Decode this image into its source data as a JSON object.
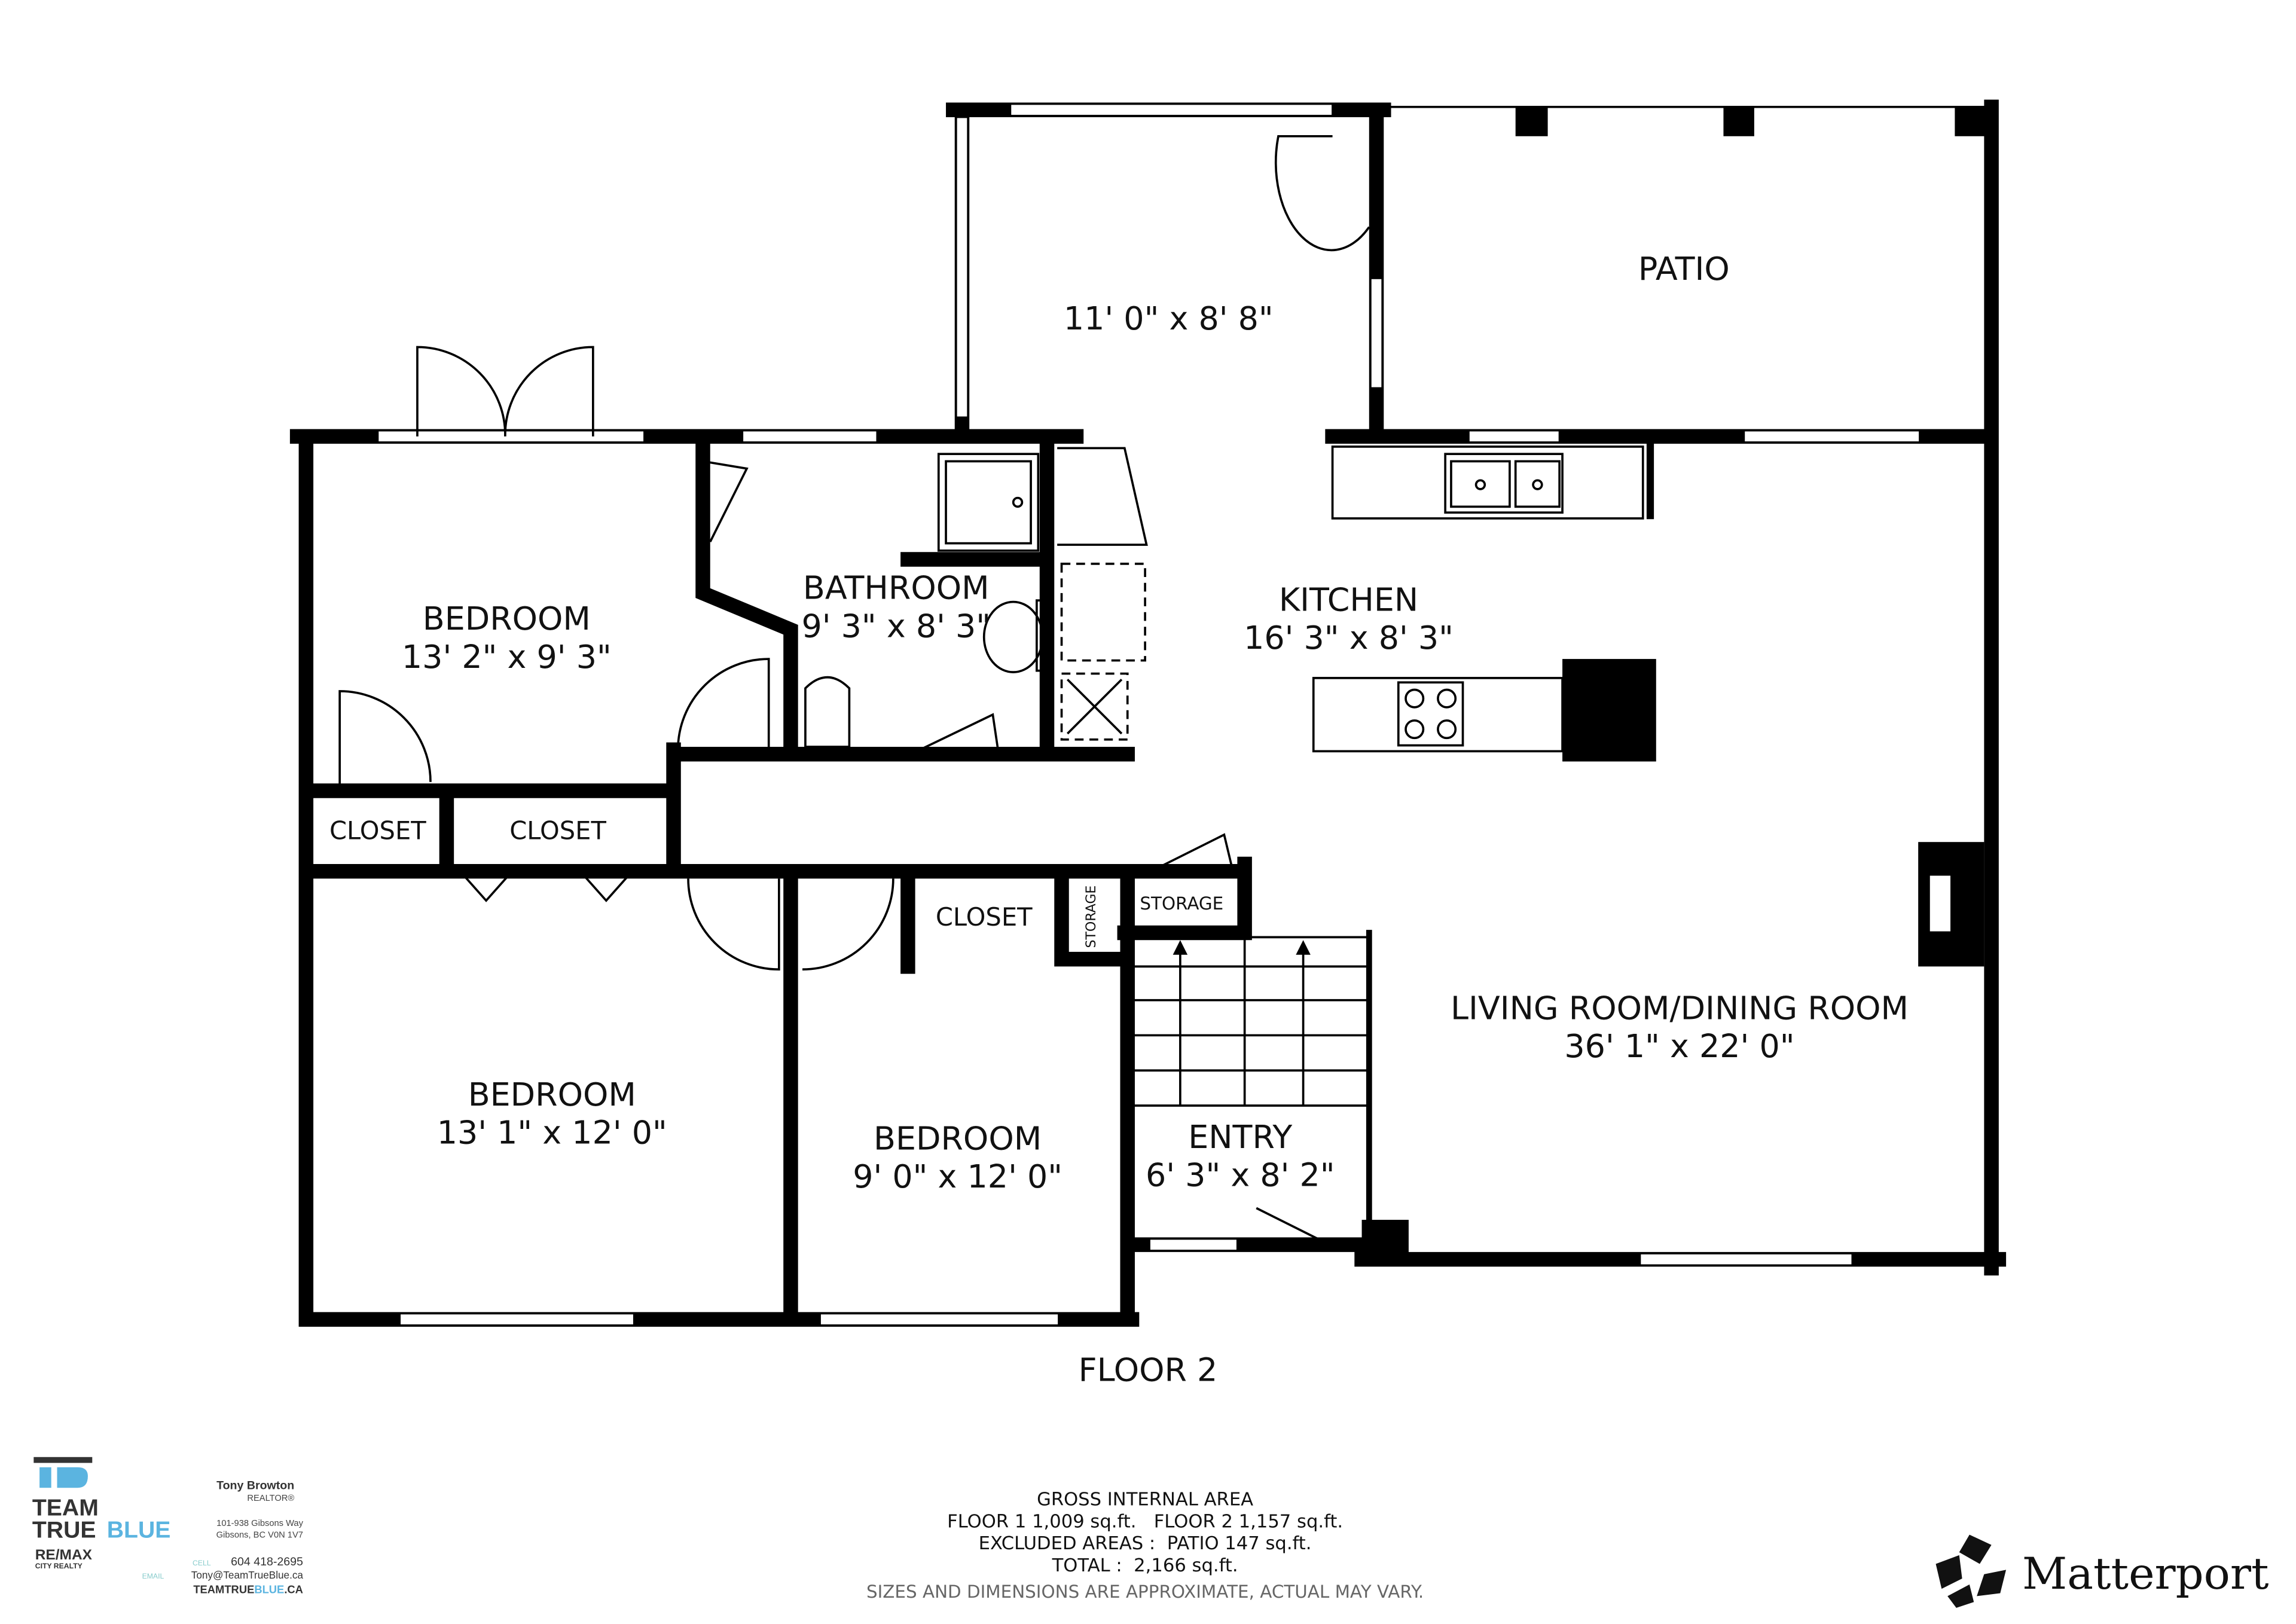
{
  "floor_label": "FLOOR 2",
  "rooms": [
    {
      "name": "BEDROOM",
      "dims": "13' 2\" x 9' 3\""
    },
    {
      "name": "BATHROOM",
      "dims": "9' 3\" x 8' 3\""
    },
    {
      "name": "",
      "dims": "11' 0\" x 8' 8\""
    },
    {
      "name": "PATIO",
      "dims": ""
    },
    {
      "name": "KITCHEN",
      "dims": "16' 3\" x 8' 3\""
    },
    {
      "name": "CLOSET",
      "dims": ""
    },
    {
      "name": "CLOSET",
      "dims": ""
    },
    {
      "name": "BEDROOM",
      "dims": "13' 1\" x 12' 0\""
    },
    {
      "name": "BEDROOM",
      "dims": "9' 0\" x 12' 0\""
    },
    {
      "name": "CLOSET",
      "dims": ""
    },
    {
      "name": "STORAGE",
      "dims": ""
    },
    {
      "name": "STORAGE",
      "dims": ""
    },
    {
      "name": "ENTRY",
      "dims": "6' 3\" x 8' 2\""
    },
    {
      "name": "LIVING ROOM/DINING ROOM",
      "dims": "36' 1\" x 22' 0\""
    }
  ],
  "area_summary": {
    "heading": "GROSS INTERNAL AREA",
    "floors": "FLOOR 1 1,009 sq.ft.   FLOOR 2 1,157 sq.ft.",
    "excluded": "EXCLUDED AREAS :  PATIO 147 sq.ft.",
    "total": "TOTAL :  2,166 sq.ft.",
    "disclaimer": "SIZES AND DIMENSIONS ARE APPROXIMATE, ACTUAL MAY VARY."
  },
  "realtor": {
    "team_line1": "TEAM",
    "team_line2a": "TRUE",
    "team_line2b": "BLUE",
    "brokerage": "RE/MAX",
    "brokerage_sub": "CITY REALTY",
    "name": "Tony Browton",
    "title": "REALTOR®",
    "address1": "101-938 Gibsons Way",
    "address2": "Gibsons, BC V0N 1V7",
    "cell_label": "CELL",
    "cell": "604 418-2695",
    "email_label": "EMAIL",
    "email": "Tony@TeamTrueBlue.ca",
    "website_a": "TEAMTRUE",
    "website_b": "BLUE",
    "website_c": ".CA",
    "brand_color": "#5bb4e0"
  },
  "vendor_logo": "Matterport"
}
